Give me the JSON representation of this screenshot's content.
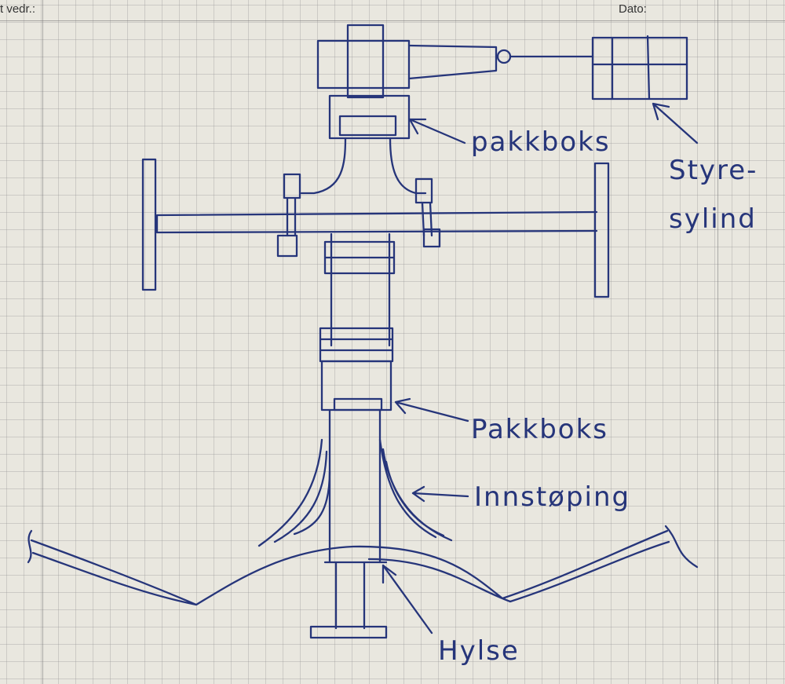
{
  "header": {
    "subject_label": "t vedr.:",
    "date_label": "Dato:"
  },
  "labels": {
    "pakkboks_top": "pakkboks",
    "styre_line1": "Styre-",
    "styre_line2": "sylind",
    "pakkboks_bottom": "Pakkboks",
    "innstoping": "Innstøping",
    "hylse": "Hylse"
  },
  "colors": {
    "ink": "#26357a",
    "paper": "#e9e7df"
  }
}
